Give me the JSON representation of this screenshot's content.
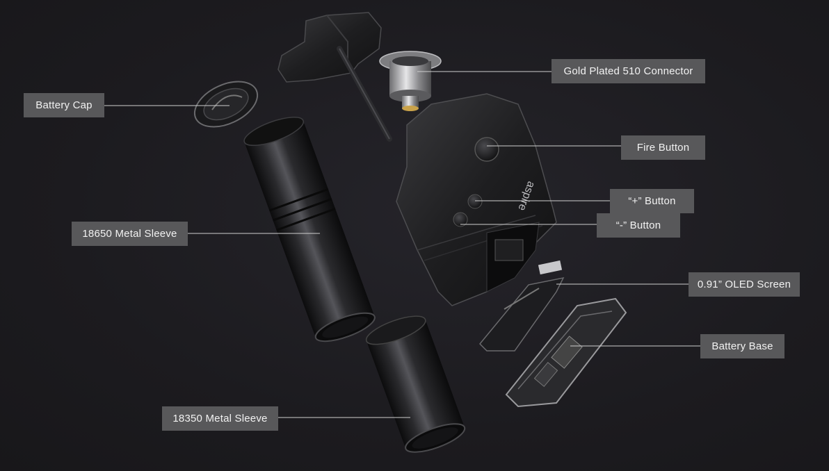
{
  "labels": {
    "battery_cap": "Battery Cap",
    "connector_510": "Gold Plated 510 Connector",
    "fire_button": "Fire Button",
    "plus_button": "“+” Button",
    "minus_button": "“-” Button",
    "sleeve_18650": "18650 Metal Sleeve",
    "oled_screen": "0.91” OLED Screen",
    "battery_base": "Battery Base",
    "sleeve_18350": "18350 Metal Sleeve"
  },
  "brand_logo_text": "aspire",
  "colors": {
    "background": "#1d1c1f",
    "label_bg": "#58585a",
    "label_text": "#f2f2f2",
    "leader_line": "#cfcfcf",
    "part_body": "#1a1a1c"
  }
}
